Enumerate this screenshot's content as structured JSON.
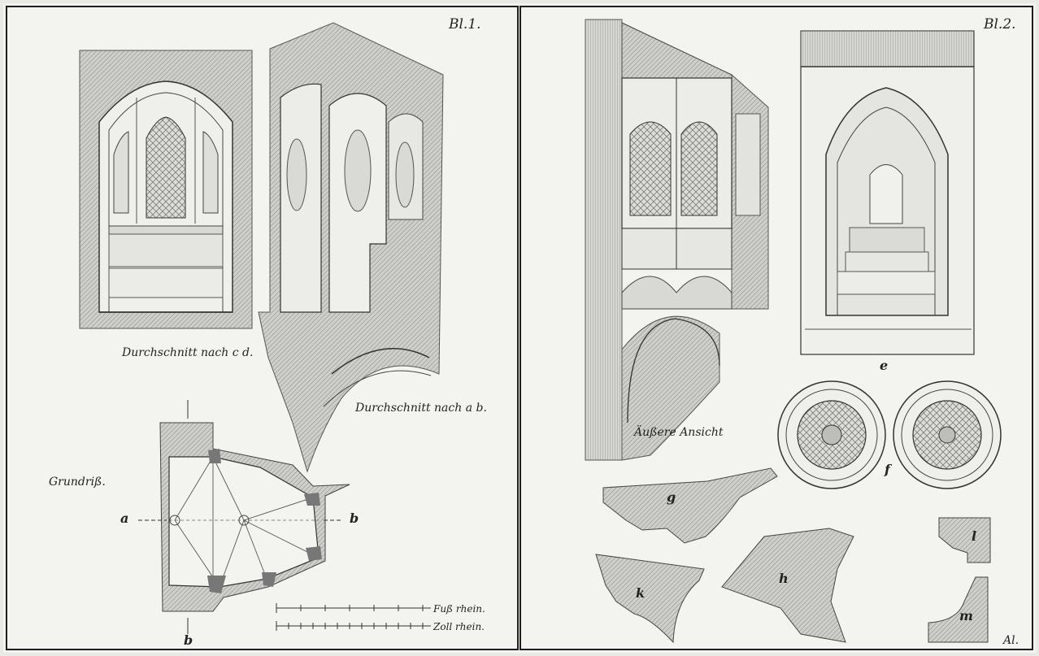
{
  "plates": [
    {
      "label": "Bl.1."
    },
    {
      "label": "Bl.2."
    }
  ],
  "captions": {
    "section_cd": "Durchschnitt nach c d.",
    "section_ab": "Durchschnitt nach a b.",
    "ground_plan": "Grundriß.",
    "exterior_view": "Äußere Ansicht"
  },
  "plan_marks": {
    "a": "a",
    "b": "b",
    "b_lower": "b"
  },
  "scale": {
    "feet": "Fuß rhein.",
    "inches": "Zoll rhein."
  },
  "detail_letters": {
    "e": "e",
    "f": "f",
    "g": "g",
    "h": "h",
    "k": "k",
    "l": "l",
    "m": "m"
  },
  "signature": "Al.",
  "colors": {
    "paper": "#f3f3f0",
    "ink": "#2a2a2a",
    "hatch": "#9a9a96",
    "frame": "#1e1e1e"
  }
}
